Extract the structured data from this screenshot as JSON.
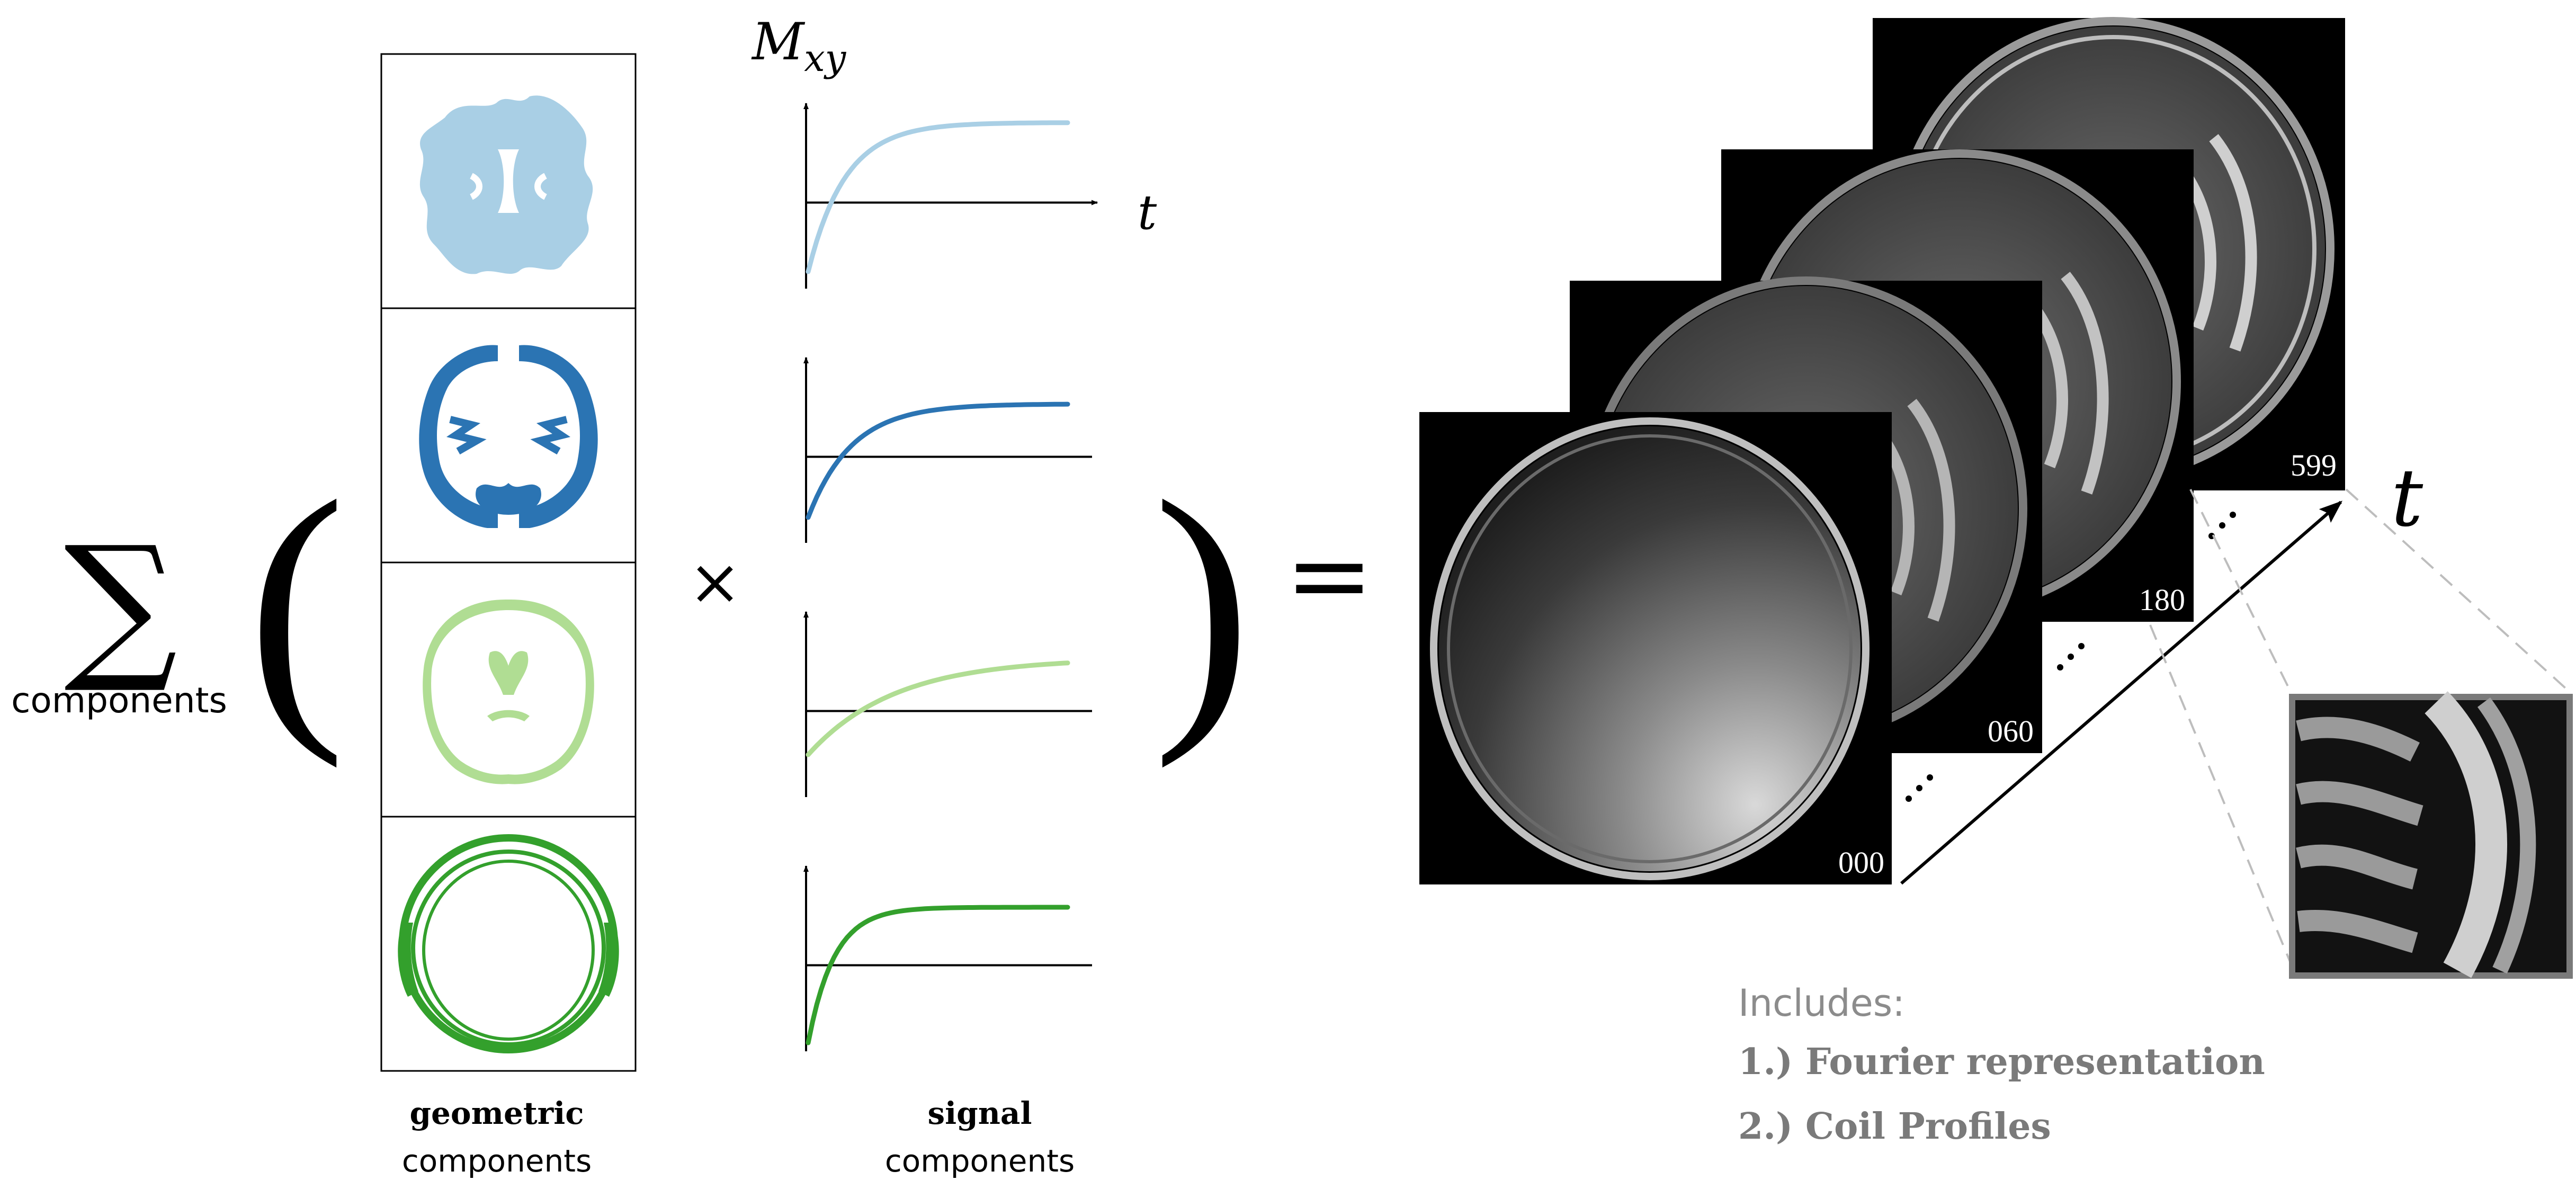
{
  "sum_symbol": "∑",
  "sum_subscript": "components",
  "open_paren": "(",
  "close_paren": ")",
  "times_symbol": "×",
  "equals_symbol": "=",
  "signal_axis_label": "M",
  "signal_axis_subscript": "xy",
  "time_axis_label": "t",
  "stack_time_label": "t",
  "geometric_caption": {
    "bold": "geometric",
    "normal": "components"
  },
  "signal_caption": {
    "bold": "signal",
    "normal": "components"
  },
  "components": [
    {
      "color": "#a9cfe5",
      "shape": "white-matter"
    },
    {
      "color": "#2b74b3",
      "shape": "gray-matter"
    },
    {
      "color": "#b0dd93",
      "shape": "csf"
    },
    {
      "color": "#33a02c",
      "shape": "skull"
    }
  ],
  "frames": [
    "000",
    "060",
    "180",
    "599"
  ],
  "includes": {
    "title": "Includes:",
    "items": [
      "1.) Fourier representation",
      "2.) Coil Profiles"
    ],
    "color": "#8c8c8c"
  }
}
